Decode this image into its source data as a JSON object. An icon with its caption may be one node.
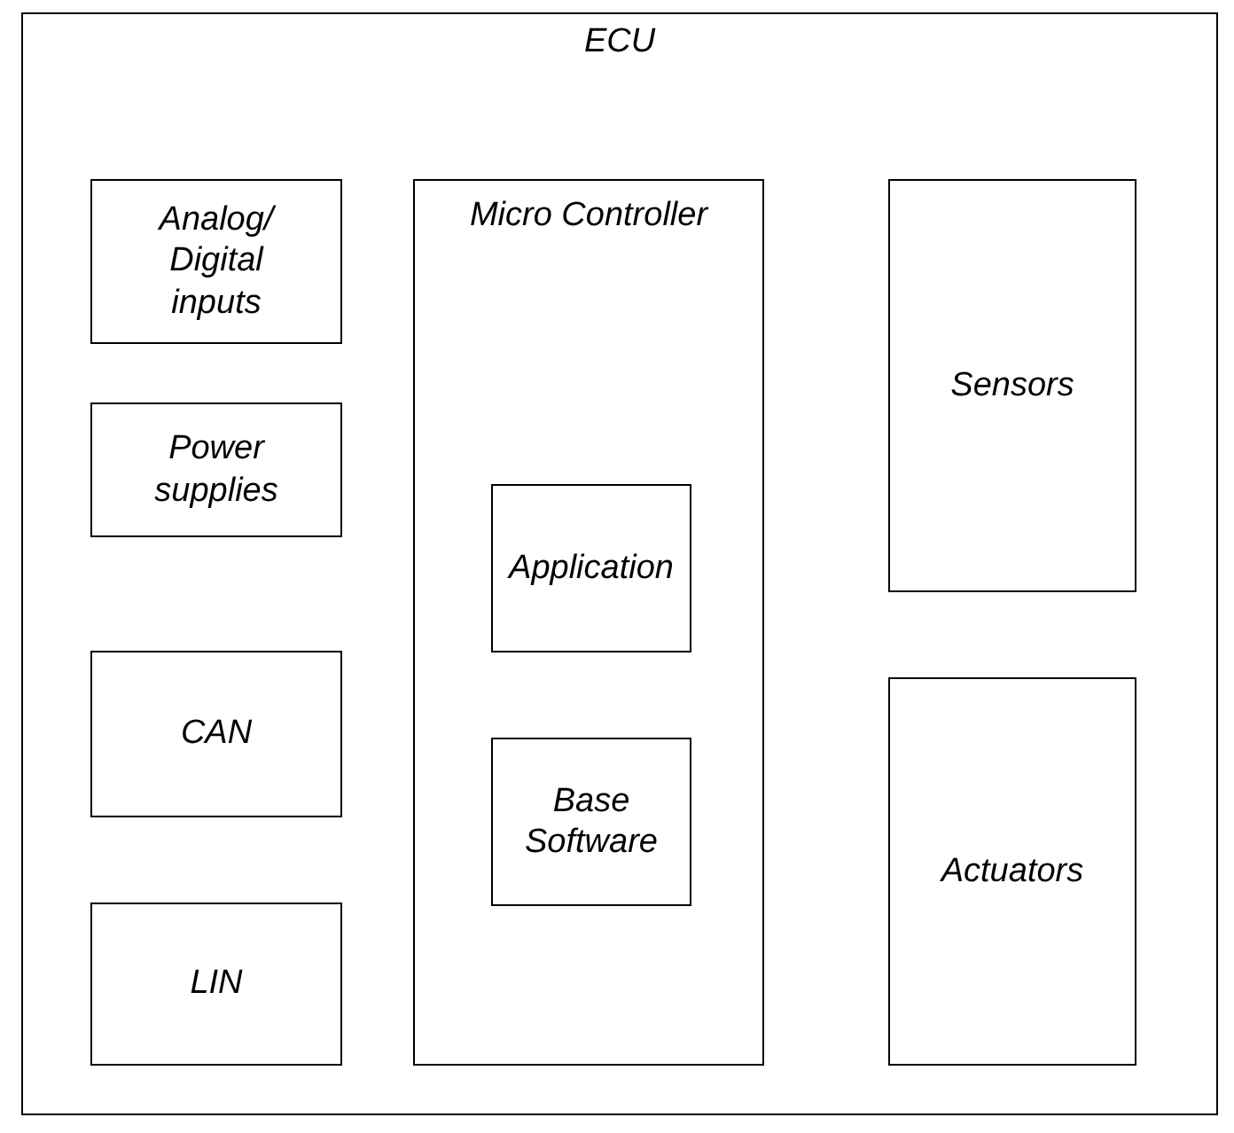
{
  "diagram": {
    "nodes": [
      {
        "text": [
          "ECU"
        ]
      },
      {
        "text": [
          "Analog/ Digital inputs"
        ],
        "in": 0
      },
      {
        "text": [
          "Power supplies"
        ],
        "in": 0
      },
      {
        "text": [
          "CAN"
        ],
        "in": 0
      },
      {
        "text": [
          "LIN"
        ],
        "in": 0
      },
      {
        "text": [
          "Micro Controller"
        ],
        "in": 0
      },
      {
        "text": [
          "Application"
        ],
        "in": 5
      },
      {
        "text": [
          "Base Software"
        ],
        "in": 5
      },
      {
        "text": [
          "Sensors"
        ],
        "in": 0
      },
      {
        "text": [
          "Actuators"
        ],
        "in": 0
      }
    ]
  }
}
